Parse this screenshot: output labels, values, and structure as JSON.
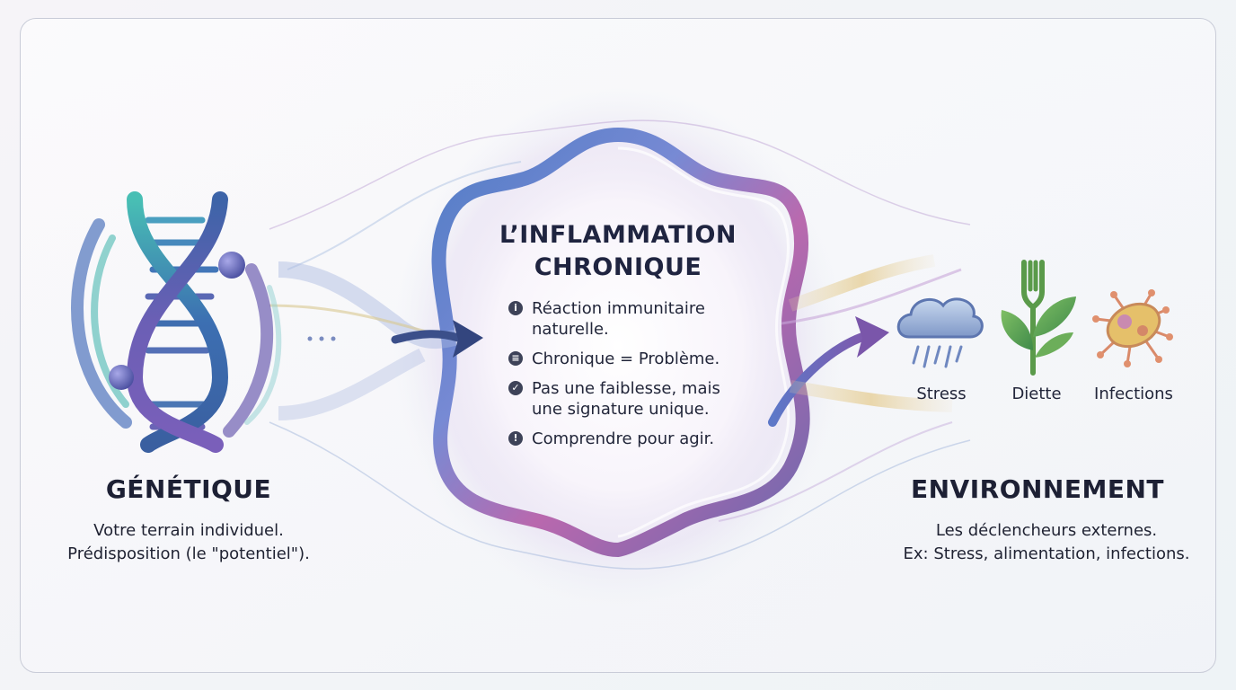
{
  "center": {
    "title_line1": "L’INFLAMMATION",
    "title_line2": "CHRONIQUE",
    "bullets": [
      {
        "icon": "info-icon",
        "line1": "Réaction immunitaire",
        "line2": "naturelle."
      },
      {
        "icon": "list-icon",
        "line1": "Chronique = Problème.",
        "line2": ""
      },
      {
        "icon": "check-icon",
        "line1": "Pas une faiblesse, mais",
        "line2": "une signature unique."
      },
      {
        "icon": "warning-icon",
        "line1": "Comprendre pour agir.",
        "line2": ""
      }
    ]
  },
  "left": {
    "title": "GÉNÉTIQUE",
    "desc_line1": "Votre terrain individuel.",
    "desc_line2": "Prédisposition (le \"potentiel\").",
    "icon": "dna-icon"
  },
  "right": {
    "title": "ENVIRONNEMENT",
    "desc_line1": "Les déclencheurs externes.",
    "desc_line2": "Ex: Stress, alimentation, infections.",
    "factors": [
      {
        "label": "Stress",
        "icon": "rain-cloud-icon"
      },
      {
        "label": "Diette",
        "icon": "fork-plant-icon"
      },
      {
        "label": "Infections",
        "icon": "microbe-icon"
      }
    ]
  },
  "colors": {
    "blue": "#3f5fa8",
    "teal": "#49b8b0",
    "purple": "#7a5fb8",
    "magenta": "#c05aa0",
    "text": "#1f2440"
  }
}
